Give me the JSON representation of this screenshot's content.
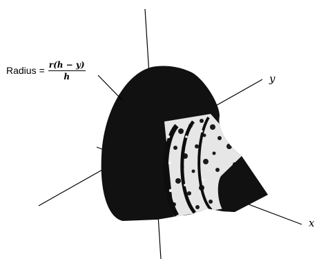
{
  "labels": {
    "radius_word": "Radius",
    "equals": "=",
    "numerator": "r(h − y)",
    "denominator": "h",
    "axis_y": "y",
    "axis_x": "x"
  }
}
